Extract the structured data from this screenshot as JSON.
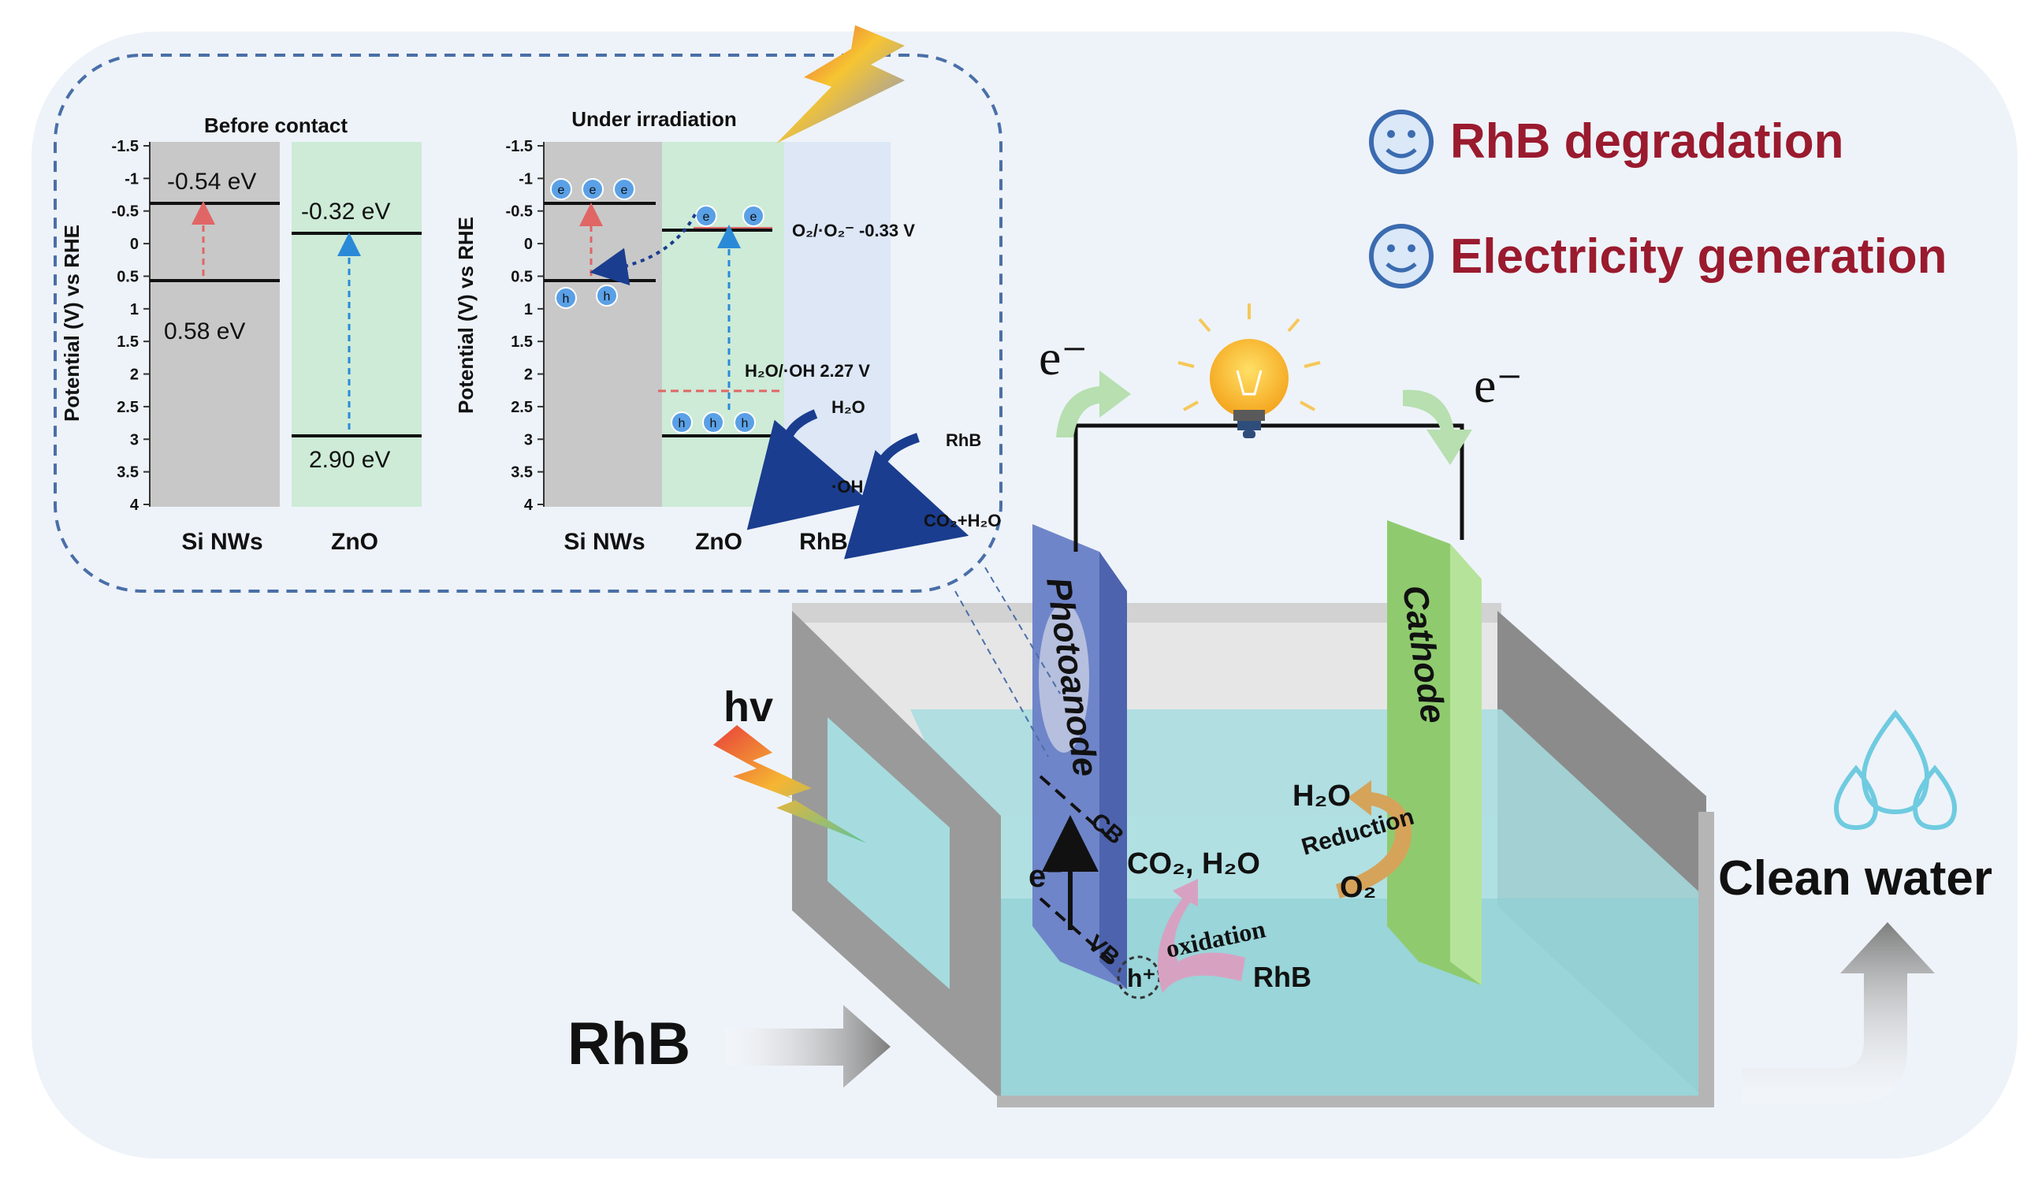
{
  "legend": {
    "items": [
      {
        "label": "RhB degradation",
        "icon": "smiley-icon"
      },
      {
        "label": "Electricity generation",
        "icon": "smiley-icon"
      }
    ],
    "color": "#9a1a2e"
  },
  "inset": {
    "left_panel": {
      "title": "Before contact",
      "y_label": "Potential (V) vs RHE",
      "y_ticks": [
        "-1.5",
        "-1",
        "-0.5",
        "0",
        "0.5",
        "1",
        "1.5",
        "2",
        "2.5",
        "3",
        "3.5",
        "4"
      ],
      "si_cb": "-0.54 eV",
      "si_vb": "0.58 eV",
      "zno_cb": "-0.32 eV",
      "zno_vb": "2.90 eV",
      "labels": [
        "Si NWs",
        "ZnO"
      ]
    },
    "right_panel": {
      "title": "Under irradiation",
      "y_label": "Potential (V) vs RHE",
      "y_ticks": [
        "-1.5",
        "-1",
        "-0.5",
        "0",
        "0.5",
        "1",
        "1.5",
        "2",
        "2.5",
        "3",
        "3.5",
        "4"
      ],
      "electron": "e",
      "hole": "h",
      "o2_level": "O₂/·O₂⁻ -0.33 V",
      "oh_level": "H₂O/·OH 2.27 V",
      "h2o": "H₂O",
      "oh": "·OH",
      "rhb": "RhB",
      "products": "CO₂+H₂O",
      "labels": [
        "Si NWs",
        "ZnO",
        "RhB"
      ]
    }
  },
  "cell": {
    "hv": "hv",
    "photoanode": "Photoanode",
    "cathode": "Cathode",
    "e_left": "e⁻",
    "e_right": "e⁻",
    "cb": "CB",
    "vb": "VB",
    "e_band": "e⁻",
    "h_band": "h⁺",
    "products": "CO₂, H₂O",
    "oxidation": "oxidation",
    "rhb_small": "RhB",
    "reduction": "Reduction",
    "h2o": "H₂O",
    "o2": "O₂",
    "rhb_in": "RhB",
    "clean_water": "Clean water"
  }
}
